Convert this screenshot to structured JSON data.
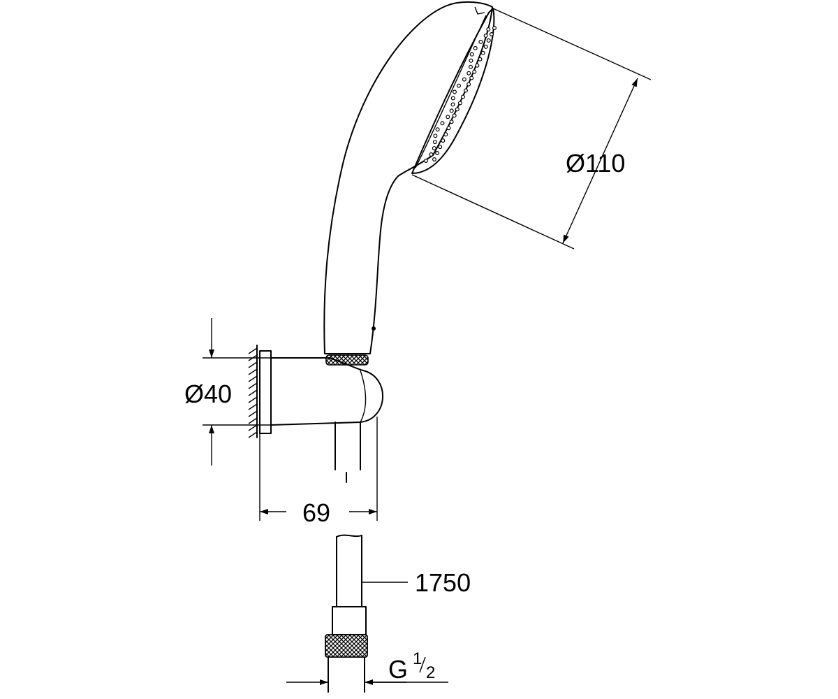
{
  "dimensions": {
    "head_diameter": "Ø110",
    "holder_diameter": "Ø40",
    "holder_depth": "69",
    "hose_length": "1750",
    "thread_main": "G",
    "thread_num": "1",
    "thread_den": "2"
  }
}
